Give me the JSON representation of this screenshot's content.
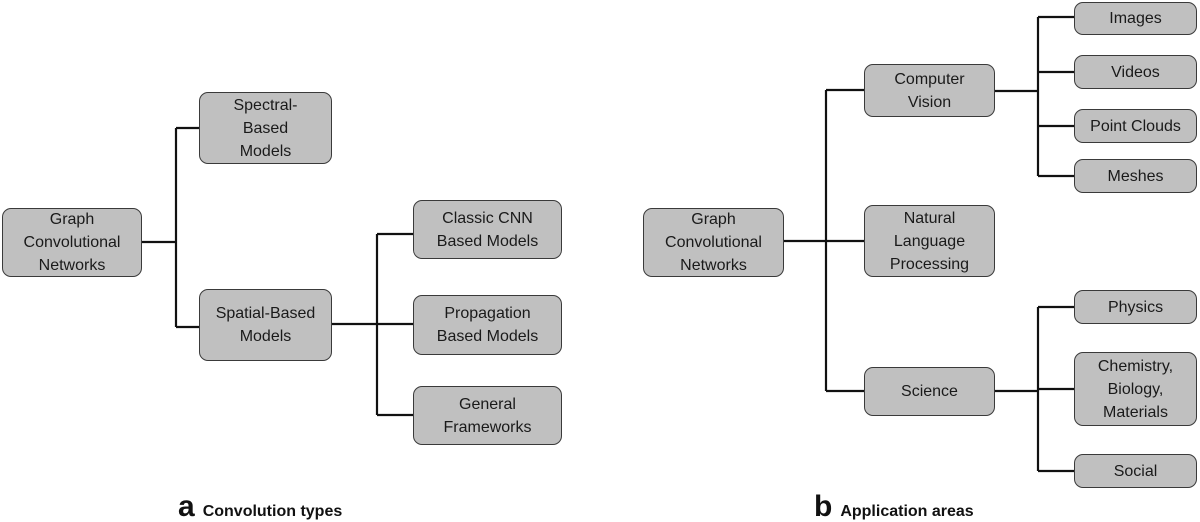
{
  "panel_a": {
    "root": "Graph\nConvolutional\nNetworks",
    "spectral": "Spectral-\nBased\nModels",
    "spatial": "Spatial-Based\nModels",
    "classic_cnn": "Classic CNN\nBased Models",
    "propagation": "Propagation\nBased Models",
    "general": "General\nFrameworks",
    "caption_letter": "a",
    "caption_text": "Convolution types"
  },
  "panel_b": {
    "root": "Graph\nConvolutional\nNetworks",
    "computer_vision": "Computer\nVision",
    "nlp": "Natural\nLanguage\nProcessing",
    "science": "Science",
    "images": "Images",
    "videos": "Videos",
    "point_clouds": "Point Clouds",
    "meshes": "Meshes",
    "physics": "Physics",
    "chem_bio_mat": "Chemistry,\nBiology,\nMaterials",
    "social": "Social",
    "caption_letter": "b",
    "caption_text": "Application areas"
  }
}
